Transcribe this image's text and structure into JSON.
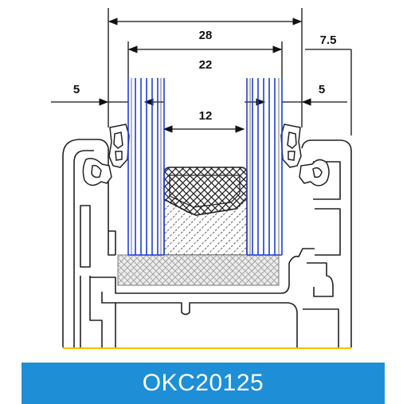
{
  "dimensions": {
    "overall": "28",
    "inner": "22",
    "left_offset": "5",
    "right_offset": "5",
    "gap": "12",
    "side": "7.5"
  },
  "product": {
    "code": "OKC20125"
  },
  "colors": {
    "glass": "#1d3fd6",
    "banner": "#1e8fd6",
    "baseline": "#f2c200",
    "profile": "#222222"
  }
}
